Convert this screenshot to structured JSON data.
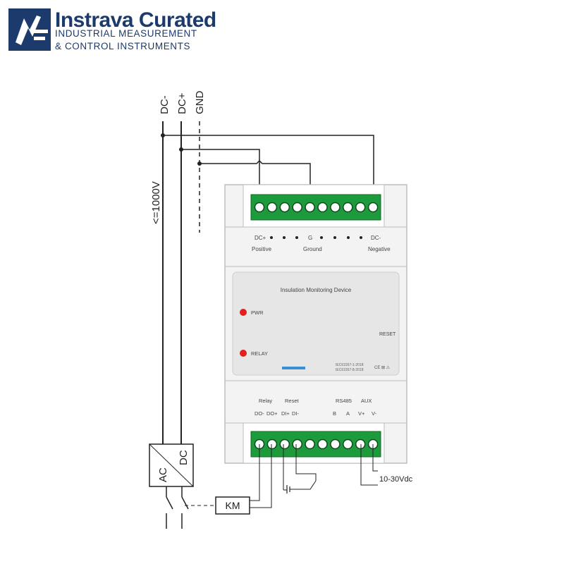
{
  "brand": {
    "name": "Instrava Curated",
    "line1": "INDUSTRIAL MEASUREMENT",
    "line2": "& CONTROL INSTRUMENTS",
    "color": "#1c3a6b"
  },
  "bus": {
    "dc_minus": "DC-",
    "dc_plus": "DC+",
    "gnd": "GND",
    "voltage": "<=1000V"
  },
  "top_terminals": {
    "label_dc_plus": "DC+",
    "label_g": "G",
    "label_dc_minus": "DC-",
    "positive": "Positive",
    "ground": "Ground",
    "negative": "Negative"
  },
  "device": {
    "title": "Insulation Monitoring Device",
    "pwr": "PWR",
    "relay": "RELAY",
    "reset": "RESET",
    "standard1": "IEC61557-1-2018",
    "standard2": "IEC61557-8-2018",
    "marks": "CE ⊠ ⚠",
    "led_color": "#e02020",
    "terminal_color": "#1d9a3c"
  },
  "bottom_terminals": {
    "relay": "Relay",
    "reset": "Reset",
    "rs485": "RS485",
    "aux": "AUX",
    "do_minus": "DO-",
    "do_plus": "DO+",
    "di_plus": "DI+",
    "di_minus": "DI-",
    "b": "B",
    "a": "A",
    "v_plus": "V+",
    "v_minus": "V-"
  },
  "external": {
    "supply": "10-30Vdc",
    "km": "KM",
    "converter_ac": "AC",
    "converter_dc": "DC"
  }
}
